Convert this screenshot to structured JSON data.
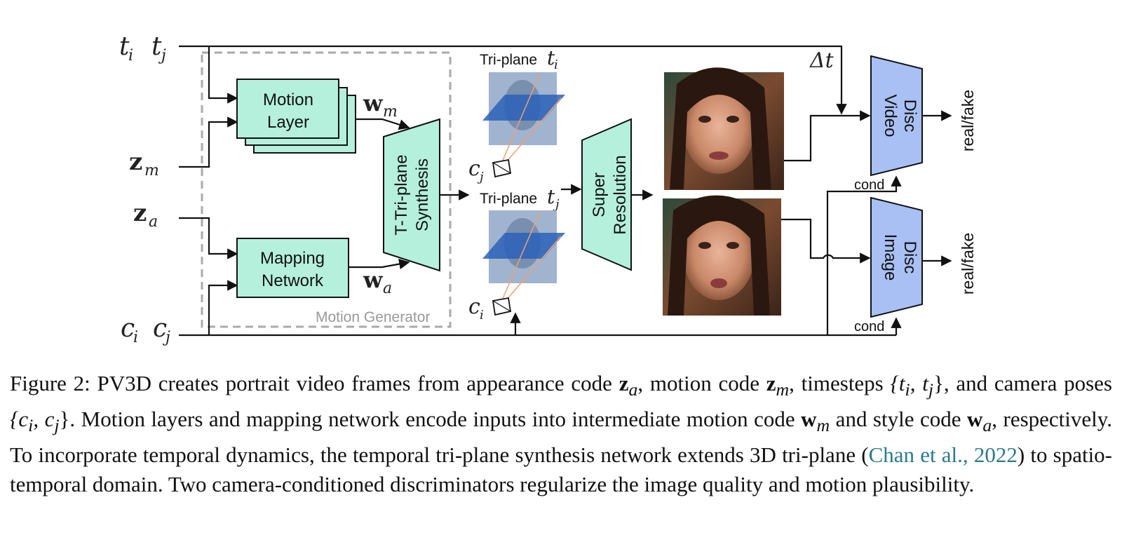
{
  "figure": {
    "inputs": {
      "t_i": "t",
      "t_j": "t",
      "z_m": "z",
      "z_a": "z",
      "c_i": "c",
      "c_j": "c",
      "sub_i": "i",
      "sub_j": "j",
      "sub_m": "m",
      "sub_a": "a",
      "delta_t": "Δt"
    },
    "motion_layer": [
      "Motion",
      "Layer"
    ],
    "mapping_network": [
      "Mapping",
      "Network"
    ],
    "w_m": "w",
    "w_a": "w",
    "synthesis": [
      "T-Tri-plane",
      "Synthesis"
    ],
    "triplane_label": "Tri-plane",
    "super_resolution": [
      "Super",
      "Resolution"
    ],
    "video_disc": [
      "Video",
      "Disc"
    ],
    "image_disc": [
      "Image",
      "Disc"
    ],
    "real_fake": "real/fake",
    "cond": "cond",
    "motion_generator": "Motion Generator",
    "colors": {
      "block": "#b4f0dc",
      "disc": "#a8c0f4",
      "plane": "#2a62b8",
      "dashed": "#aaaaaa",
      "cite": "#2a7a8a"
    }
  },
  "caption": {
    "p1": "Figure 2: PV3D creates portrait video frames from appearance code ",
    "za": "z",
    "za_sub": "a",
    "p2": ", motion code ",
    "zm": "z",
    "zm_sub": "m",
    "p3": ", timesteps ",
    "tset": "{t",
    "tset_i": "i",
    "tset_mid": ", t",
    "tset_j": "j",
    "tset_end": "}",
    "p4": ", and camera poses ",
    "cset": "{c",
    "cset_i": "i",
    "cset_mid": ", c",
    "cset_j": "j",
    "cset_end": "}",
    "p5": ". Motion layers and mapping network encode inputs into intermediate motion code ",
    "wm": "w",
    "wm_sub": "m",
    "p6": " and style code ",
    "wa": "w",
    "wa_sub": "a",
    "p7": ", respectively. To incorporate temporal dynamics, the temporal tri-plane synthesis network extends 3D tri-plane (",
    "cite1": "Chan et al.",
    "cite_sep": ", ",
    "cite2": "2022",
    "p8": ") to spatio-temporal domain. Two camera-conditioned discriminators regularize the image quality and motion plausibility."
  }
}
